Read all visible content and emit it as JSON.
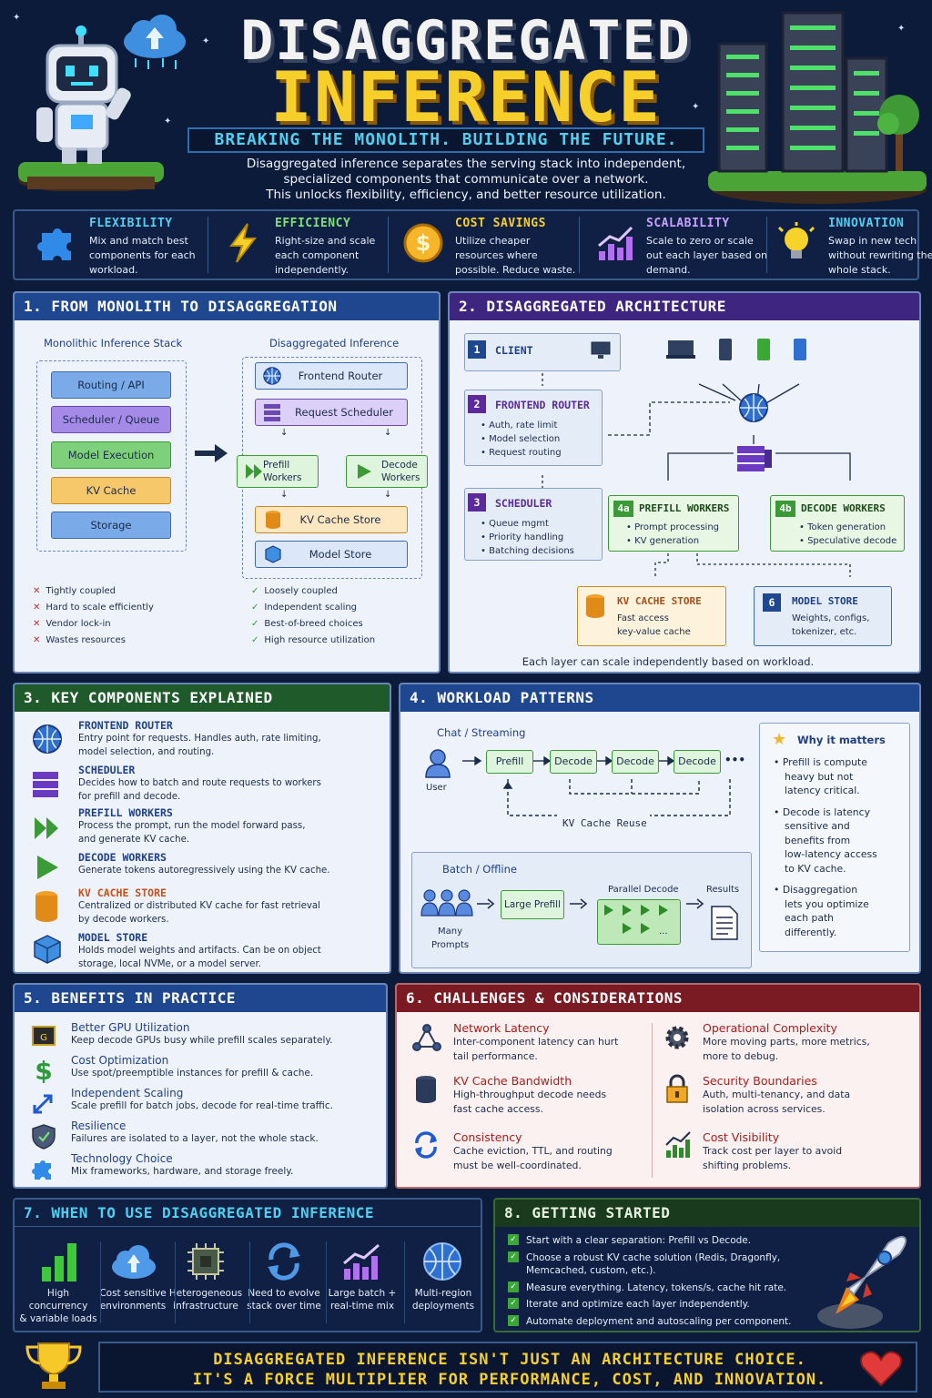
{
  "header": {
    "title_line1": "DISAGGREGATED",
    "title_line2": "INFERENCE",
    "tagline": "BREAKING THE MONOLITH. BUILDING THE FUTURE.",
    "intro": [
      "Disaggregated inference separates the serving stack into independent,",
      "specialized components that communicate over a network.",
      "This unlocks flexibility, efficiency, and better resource utilization."
    ]
  },
  "benefits_strip": [
    {
      "title": "FLEXIBILITY",
      "desc": "Mix and match best components for each workload.",
      "icon": "puzzle-icon",
      "color": "#4fd0f0"
    },
    {
      "title": "EFFICIENCY",
      "desc": "Right-size and scale each component independently.",
      "icon": "lightning-icon",
      "color": "#7fe07a"
    },
    {
      "title": "COST SAVINGS",
      "desc": "Utilize cheaper resources where possible. Reduce waste.",
      "icon": "coin-icon",
      "color": "#f7cf2a"
    },
    {
      "title": "SCALABILITY",
      "desc": "Scale to zero or scale out each layer based on demand.",
      "icon": "growth-chart-icon",
      "color": "#c8a0ff"
    },
    {
      "title": "INNOVATION",
      "desc": "Swap in new tech without rewriting the whole stack.",
      "icon": "lightbulb-icon",
      "color": "#4fd0f0"
    }
  ],
  "panel1": {
    "title": "1. FROM MONOLITH TO DISAGGREGATION",
    "mono_title": "Monolithic Inference Stack",
    "mono_layers": [
      "Routing / API",
      "Scheduler / Queue",
      "Model Execution",
      "KV Cache",
      "Storage"
    ],
    "dis_title": "Disaggregated Inference",
    "dis_frontend": "Frontend Router",
    "dis_scheduler": "Request Scheduler",
    "dis_prefill": [
      "Prefill",
      "Workers"
    ],
    "dis_decode": [
      "Decode",
      "Workers"
    ],
    "dis_kv": "KV Cache Store",
    "dis_model": "Model Store",
    "cons": [
      "Tightly coupled",
      "Hard to scale efficiently",
      "Vendor lock-in",
      "Wastes resources"
    ],
    "pros": [
      "Loosely coupled",
      "Independent scaling",
      "Best-of-breed choices",
      "High resource utilization"
    ]
  },
  "panel2": {
    "title": "2. DISAGGREGATED ARCHITECTURE",
    "client": {
      "num": "1",
      "label": "CLIENT"
    },
    "frontend": {
      "num": "2",
      "label": "FRONTEND ROUTER",
      "items": [
        "Auth, rate limit",
        "Model selection",
        "Request routing"
      ]
    },
    "scheduler": {
      "num": "3",
      "label": "SCHEDULER",
      "items": [
        "Queue mgmt",
        "Priority handling",
        "Batching decisions"
      ]
    },
    "prefill": {
      "num": "4a",
      "label": "PREFILL WORKERS",
      "items": [
        "Prompt processing",
        "KV generation"
      ]
    },
    "decode": {
      "num": "4b",
      "label": "DECODE WORKERS",
      "items": [
        "Token generation",
        "Speculative decode"
      ]
    },
    "kv": {
      "label": "KV CACHE STORE",
      "desc": [
        "Fast access",
        "key-value cache"
      ]
    },
    "model": {
      "num": "6",
      "label": "MODEL STORE",
      "desc": [
        "Weights, configs,",
        "tokenizer, etc."
      ]
    },
    "footer": "Each layer can scale independently based on workload."
  },
  "panel3": {
    "title": "3. KEY COMPONENTS EXPLAINED",
    "items": [
      {
        "name": "FRONTEND ROUTER",
        "desc": [
          "Entry point for requests. Handles auth, rate limiting,",
          "model selection, and routing."
        ],
        "icon": "globe-icon",
        "color": "#1f3f8a"
      },
      {
        "name": "SCHEDULER",
        "desc": [
          "Decides how to batch and route requests to workers",
          "for prefill and decode."
        ],
        "icon": "server-stack-icon",
        "color": "#1f3f8a"
      },
      {
        "name": "PREFILL WORKERS",
        "desc": [
          "Process the prompt, run the model forward pass,",
          "and generate KV cache."
        ],
        "icon": "fast-forward-icon",
        "color": "#1f3f8a"
      },
      {
        "name": "DECODE WORKERS",
        "desc": [
          "Generate tokens autoregressively using the KV cache."
        ],
        "icon": "play-icon",
        "color": "#1f3f8a"
      },
      {
        "name": "KV CACHE STORE",
        "desc": [
          "Centralized or distributed KV cache for fast retrieval",
          "by decode workers."
        ],
        "icon": "database-icon",
        "color": "#c8501a"
      },
      {
        "name": "MODEL STORE",
        "desc": [
          "Holds model weights and artifacts. Can be on object",
          "storage, local NVMe, or a model server."
        ],
        "icon": "cube-icon",
        "color": "#1f3f8a"
      }
    ]
  },
  "panel4": {
    "title": "4. WORKLOAD PATTERNS",
    "chat_title": "Chat / Streaming",
    "user_label": "User",
    "chat_steps": [
      "Prefill",
      "Decode",
      "Decode",
      "Decode"
    ],
    "ellipsis": "•••",
    "kv_reuse": "KV Cache Reuse",
    "batch_title": "Batch / Offline",
    "many_prompts": [
      "Many",
      "Prompts"
    ],
    "large_prefill": "Large Prefill",
    "parallel_decode": "Parallel Decode",
    "parallel_more": "...",
    "results": "Results",
    "why_title": "Why it matters",
    "why_items": [
      [
        "Prefill is compute",
        "heavy but not",
        "latency critical."
      ],
      [
        "Decode is latency",
        "sensitive and",
        "benefits from",
        "low-latency access",
        "to KV cache."
      ],
      [
        "Disaggregation",
        "lets you optimize",
        "each path",
        "differently."
      ]
    ]
  },
  "panel5": {
    "title": "5. BENEFITS IN PRACTICE",
    "items": [
      {
        "name": "Better GPU Utilization",
        "desc": "Keep decode GPUs busy while prefill scales separately.",
        "icon": "gpu-icon"
      },
      {
        "name": "Cost Optimization",
        "desc": "Use spot/preemptible instances for prefill & cache.",
        "icon": "dollar-icon"
      },
      {
        "name": "Independent Scaling",
        "desc": "Scale prefill for batch jobs, decode for real-time traffic.",
        "icon": "scale-arrows-icon"
      },
      {
        "name": "Resilience",
        "desc": "Failures are isolated to a layer, not the whole stack.",
        "icon": "shield-icon"
      },
      {
        "name": "Technology Choice",
        "desc": "Mix frameworks, hardware, and storage freely.",
        "icon": "puzzle-icon"
      }
    ]
  },
  "panel6": {
    "title": "6. CHALLENGES & CONSIDERATIONS",
    "left": [
      {
        "name": "Network Latency",
        "desc": [
          "Inter-component latency can hurt",
          "tail performance."
        ],
        "icon": "network-icon"
      },
      {
        "name": "KV Cache Bandwidth",
        "desc": [
          "High-throughput decode needs",
          "fast cache access."
        ],
        "icon": "database-icon"
      },
      {
        "name": "Consistency",
        "desc": [
          "Cache eviction, TTL, and routing",
          "must be well-coordinated."
        ],
        "icon": "sync-icon"
      }
    ],
    "right": [
      {
        "name": "Operational Complexity",
        "desc": [
          "More moving parts, more metrics,",
          "more to debug."
        ],
        "icon": "gear-icon"
      },
      {
        "name": "Security Boundaries",
        "desc": [
          "Auth, multi-tenancy, and data",
          "isolation across services."
        ],
        "icon": "lock-icon"
      },
      {
        "name": "Cost Visibility",
        "desc": [
          "Track cost per layer to avoid",
          "shifting problems."
        ],
        "icon": "cost-chart-icon"
      }
    ]
  },
  "panel7": {
    "title": "7. WHEN TO USE DISAGGREGATED INFERENCE",
    "items": [
      {
        "label": [
          "High concurrency",
          "& variable loads"
        ],
        "icon": "bar-chart-icon"
      },
      {
        "label": [
          "Cost sensitive",
          "environments"
        ],
        "icon": "cloud-icon"
      },
      {
        "label": [
          "Heterogeneous",
          "infrastructure"
        ],
        "icon": "chip-icon"
      },
      {
        "label": [
          "Need to evolve",
          "stack over time"
        ],
        "icon": "refresh-icon"
      },
      {
        "label": [
          "Large batch +",
          "real-time mix"
        ],
        "icon": "trend-chart-icon"
      },
      {
        "label": [
          "Multi-region",
          "deployments"
        ],
        "icon": "globe-icon"
      }
    ]
  },
  "panel8": {
    "title": "8. GETTING STARTED",
    "items": [
      [
        "Start with a clear separation: Prefill vs Decode."
      ],
      [
        "Choose a robust KV cache solution (Redis, Dragonfly,",
        "Memcached, custom, etc.)."
      ],
      [
        "Measure everything. Latency, tokens/s, cache hit rate."
      ],
      [
        "Iterate and optimize each layer independently."
      ],
      [
        "Automate deployment and autoscaling per component."
      ]
    ]
  },
  "footer": {
    "line1": "DISAGGREGATED INFERENCE ISN'T JUST AN ARCHITECTURE CHOICE.",
    "line2": "IT'S A FORCE MULTIPLIER FOR PERFORMANCE, COST, AND INNOVATION."
  }
}
